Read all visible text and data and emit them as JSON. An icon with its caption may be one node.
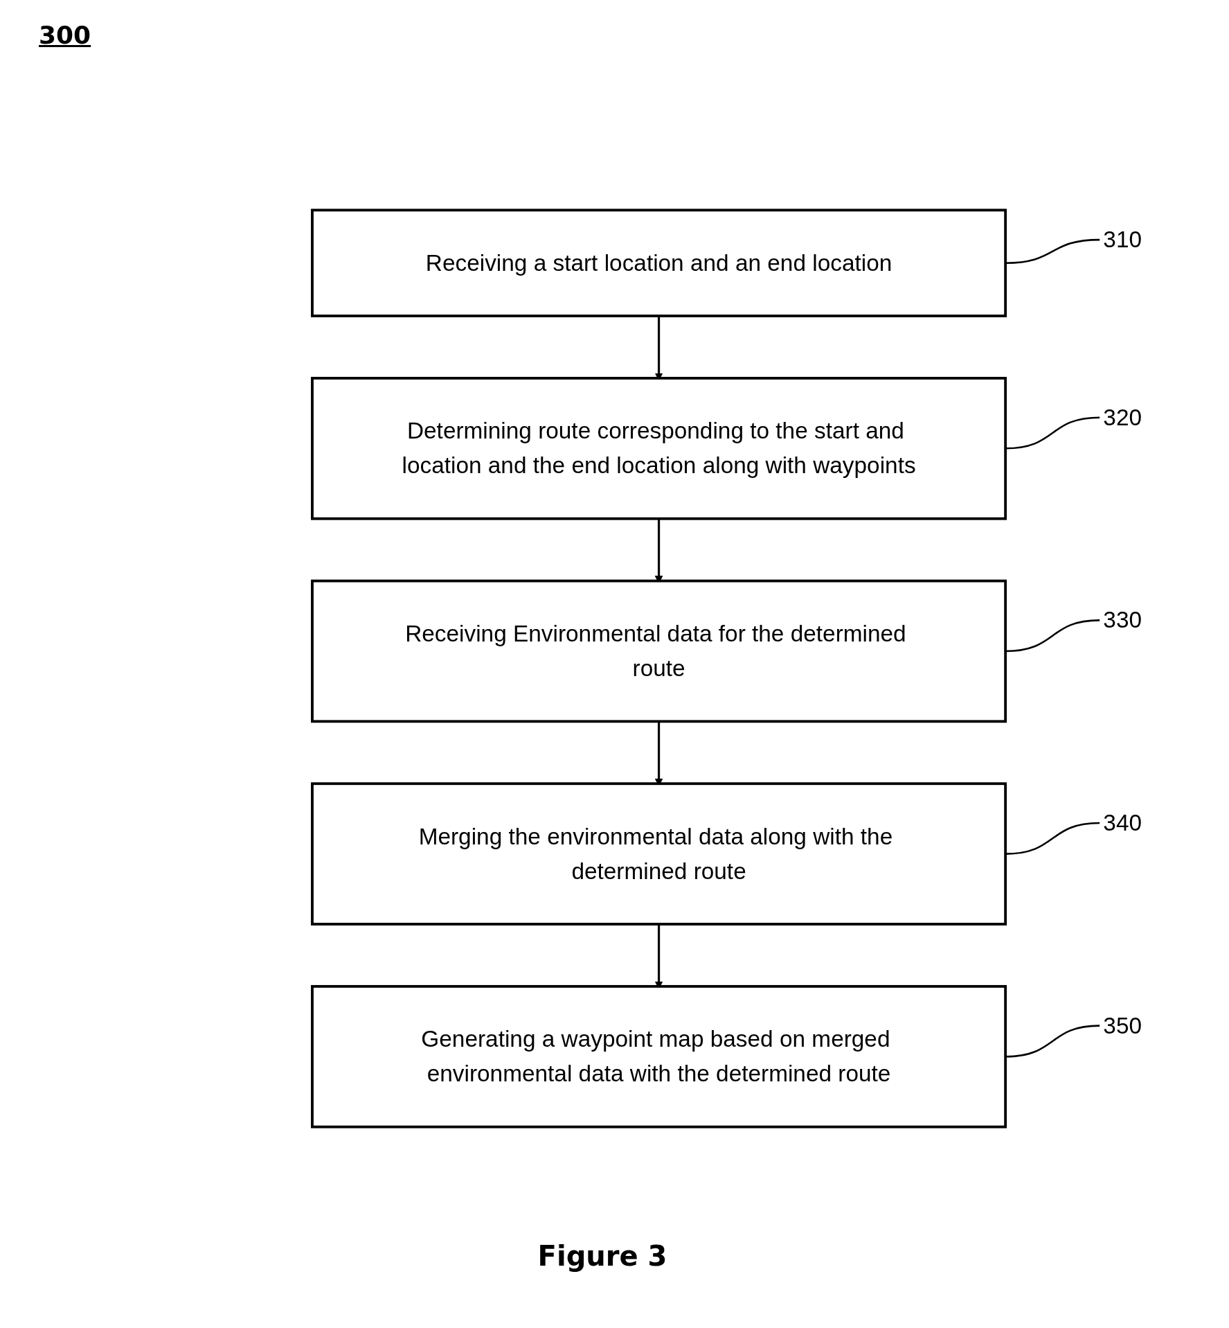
{
  "diagram": {
    "title": "300",
    "caption": "Figure 3",
    "nodes": [
      {
        "text": [
          "Receiving a start location and an end location"
        ]
      },
      {
        "text": [
          "310"
        ]
      },
      {
        "text": [
          "Determining route corresponding to the start and location and the end location along with waypoints"
        ]
      },
      {
        "text": [
          "320"
        ]
      },
      {
        "text": [
          "Receiving Environmental data for the determined route"
        ]
      },
      {
        "text": [
          "330"
        ]
      },
      {
        "text": [
          "Merging the environmental data along with the determined route"
        ]
      },
      {
        "text": [
          "340"
        ]
      },
      {
        "text": [
          "Generating a waypoint map based on merged environmental data with the determined route"
        ]
      },
      {
        "text": [
          "350"
        ]
      }
    ],
    "edges": [
      {
        "from": 1,
        "to": 0,
        "arrow": "none"
      },
      {
        "from": 0,
        "to": 2,
        "arrow": "to"
      },
      {
        "from": 3,
        "to": 2,
        "arrow": "none"
      },
      {
        "from": 2,
        "to": 4,
        "arrow": "to"
      },
      {
        "from": 5,
        "to": 4,
        "arrow": "none"
      },
      {
        "from": 4,
        "to": 6,
        "arrow": "to"
      },
      {
        "from": 7,
        "to": 6,
        "arrow": "none"
      },
      {
        "from": 6,
        "to": 8,
        "arrow": "to"
      },
      {
        "from": 9,
        "to": 8,
        "arrow": "none"
      }
    ]
  }
}
